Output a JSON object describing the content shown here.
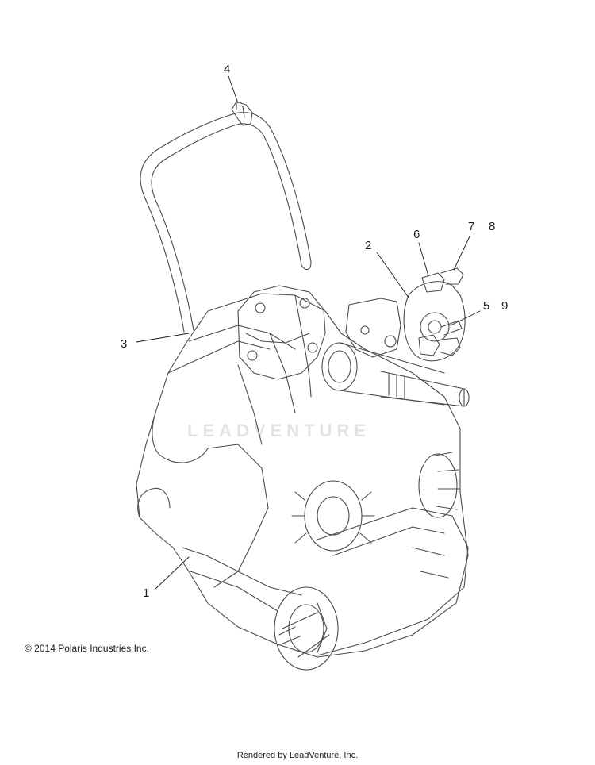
{
  "callouts": [
    {
      "id": "1",
      "label": "1"
    },
    {
      "id": "2",
      "label": "2"
    },
    {
      "id": "3",
      "label": "3"
    },
    {
      "id": "4",
      "label": "4"
    },
    {
      "id": "5",
      "label": "5"
    },
    {
      "id": "6",
      "label": "6"
    },
    {
      "id": "7",
      "label": "7"
    },
    {
      "id": "8",
      "label": "8"
    },
    {
      "id": "9",
      "label": "9"
    }
  ],
  "watermark": "LEADVENTURE",
  "copyright": "© 2014 Polaris Industries Inc.",
  "footer": "Rendered by LeadVenture, Inc."
}
